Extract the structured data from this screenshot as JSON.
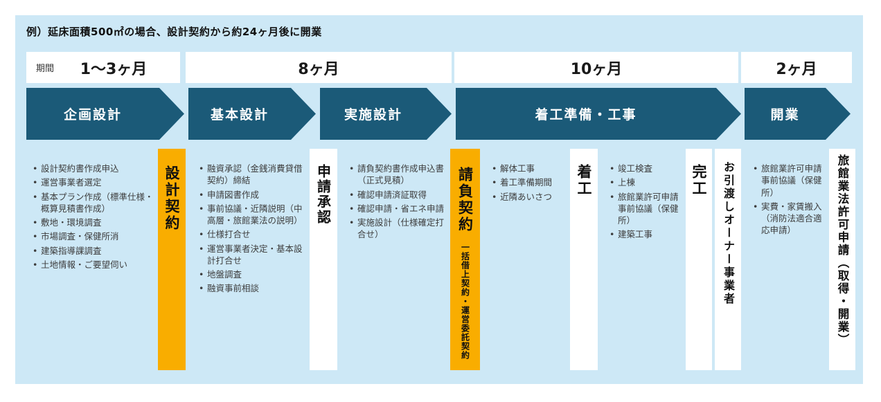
{
  "title": "例）延床面積500㎡の場合、設計契約から約24ヶ月後に開業",
  "period": {
    "label": "期間",
    "durations": [
      "1〜3ヶ月",
      "8ヶ月",
      "10ヶ月",
      "2ヶ月"
    ]
  },
  "phases": [
    "企画設計",
    "基本設計",
    "実施設計",
    "着工準備・工事",
    "開業"
  ],
  "milestones": {
    "design_contract": "設計契約",
    "application_approval": "申請承認",
    "construction_contract": "請負契約",
    "construction_contract_sub": "一括借上契約・運営委託契約",
    "construction_start": "着工",
    "completion": "完工",
    "handover": "お引渡しオーナー事業者",
    "license": "旅館業法許可申請（取得・開業）"
  },
  "tasks": {
    "planning": [
      "設計契約書作成申込",
      "運営事業者選定",
      "基本プラン作成（標準仕様・概算見積書作成）",
      "敷地・環境調査",
      "市場調査・保健所消",
      "建築指導課調査",
      "土地情報・ご要望伺い"
    ],
    "basic_design": [
      "融資承認（金銭消費貸借契約）締結",
      "申請図書作成",
      "事前協議・近隣説明（中高層・旅館業法の説明）",
      "仕様打合せ",
      "運営事業者決定・基本設計打合せ",
      "地盤調査",
      "融資事前相談"
    ],
    "detail_design": [
      "請負契約書作成申込書（正式見積）",
      "確認申請済証取得",
      "確認申請・省エネ申請",
      "実施設計（仕様確定打合せ）"
    ],
    "pre_construction": [
      "解体工事",
      "着工準備期間",
      "近隣あいさつ"
    ],
    "construction": [
      "竣工検査",
      "上棟",
      "旅館業許可申請事前協議（保健所）",
      "建築工事"
    ],
    "opening": [
      "旅館業許可申請事前協議（保健所）",
      "実費・家賃搬入（消防法適合適応申請）"
    ]
  },
  "colors": {
    "panel_bg": "#cde8f6",
    "phase_arrow": "#1b5a78",
    "milestone_highlight": "#f9ad00",
    "milestone_card": "#ffffff"
  }
}
